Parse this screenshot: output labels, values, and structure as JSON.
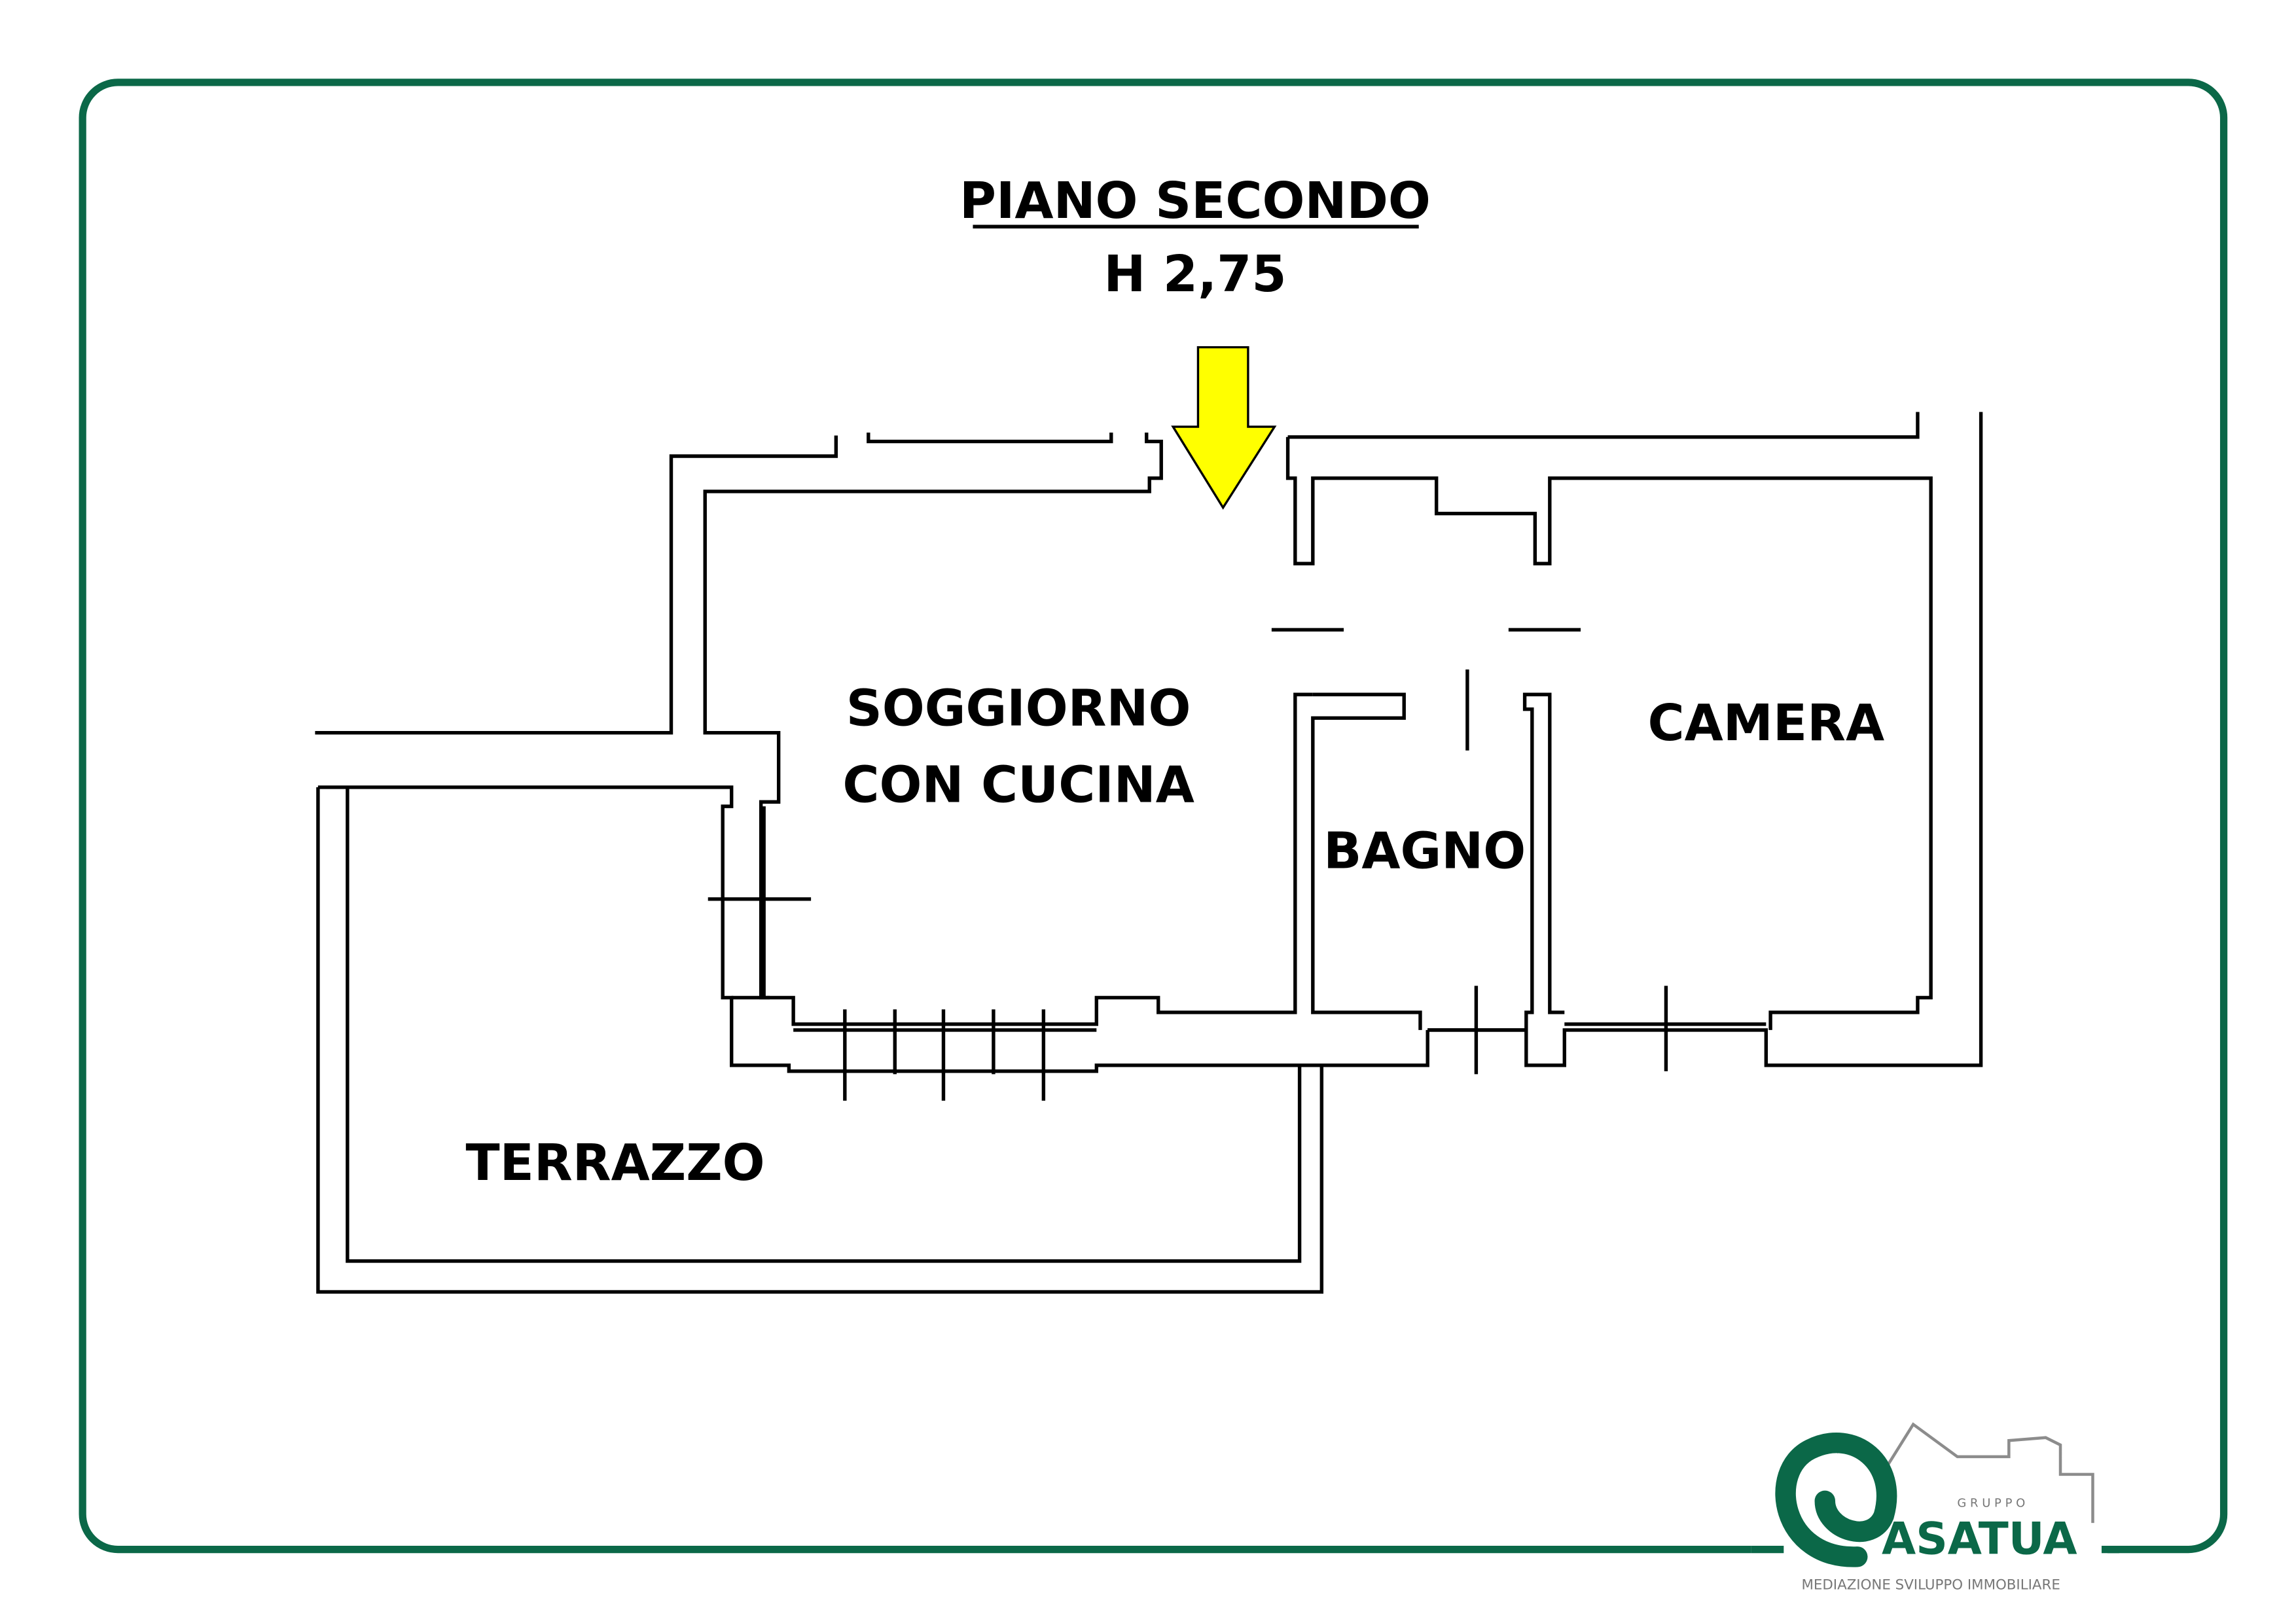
{
  "header": {
    "floor_title": "PIANO SECONDO",
    "height_label": "H 2,75"
  },
  "rooms": {
    "living_line1": "SOGGIORNO",
    "living_line2": "CON CUCINA",
    "bathroom": "BAGNO",
    "bedroom": "CAMERA",
    "terrace": "TERRAZZO"
  },
  "entrance_arrow": {
    "color": "#ffff00"
  },
  "frame": {
    "color": "#0b6848"
  },
  "logo": {
    "group": "G R U P P O",
    "name": "ASATUA",
    "tagline": "MEDIAZIONE SVILUPPO IMMOBILIARE",
    "brand_color": "#0b6848",
    "roof_color": "#8c8c8c"
  }
}
